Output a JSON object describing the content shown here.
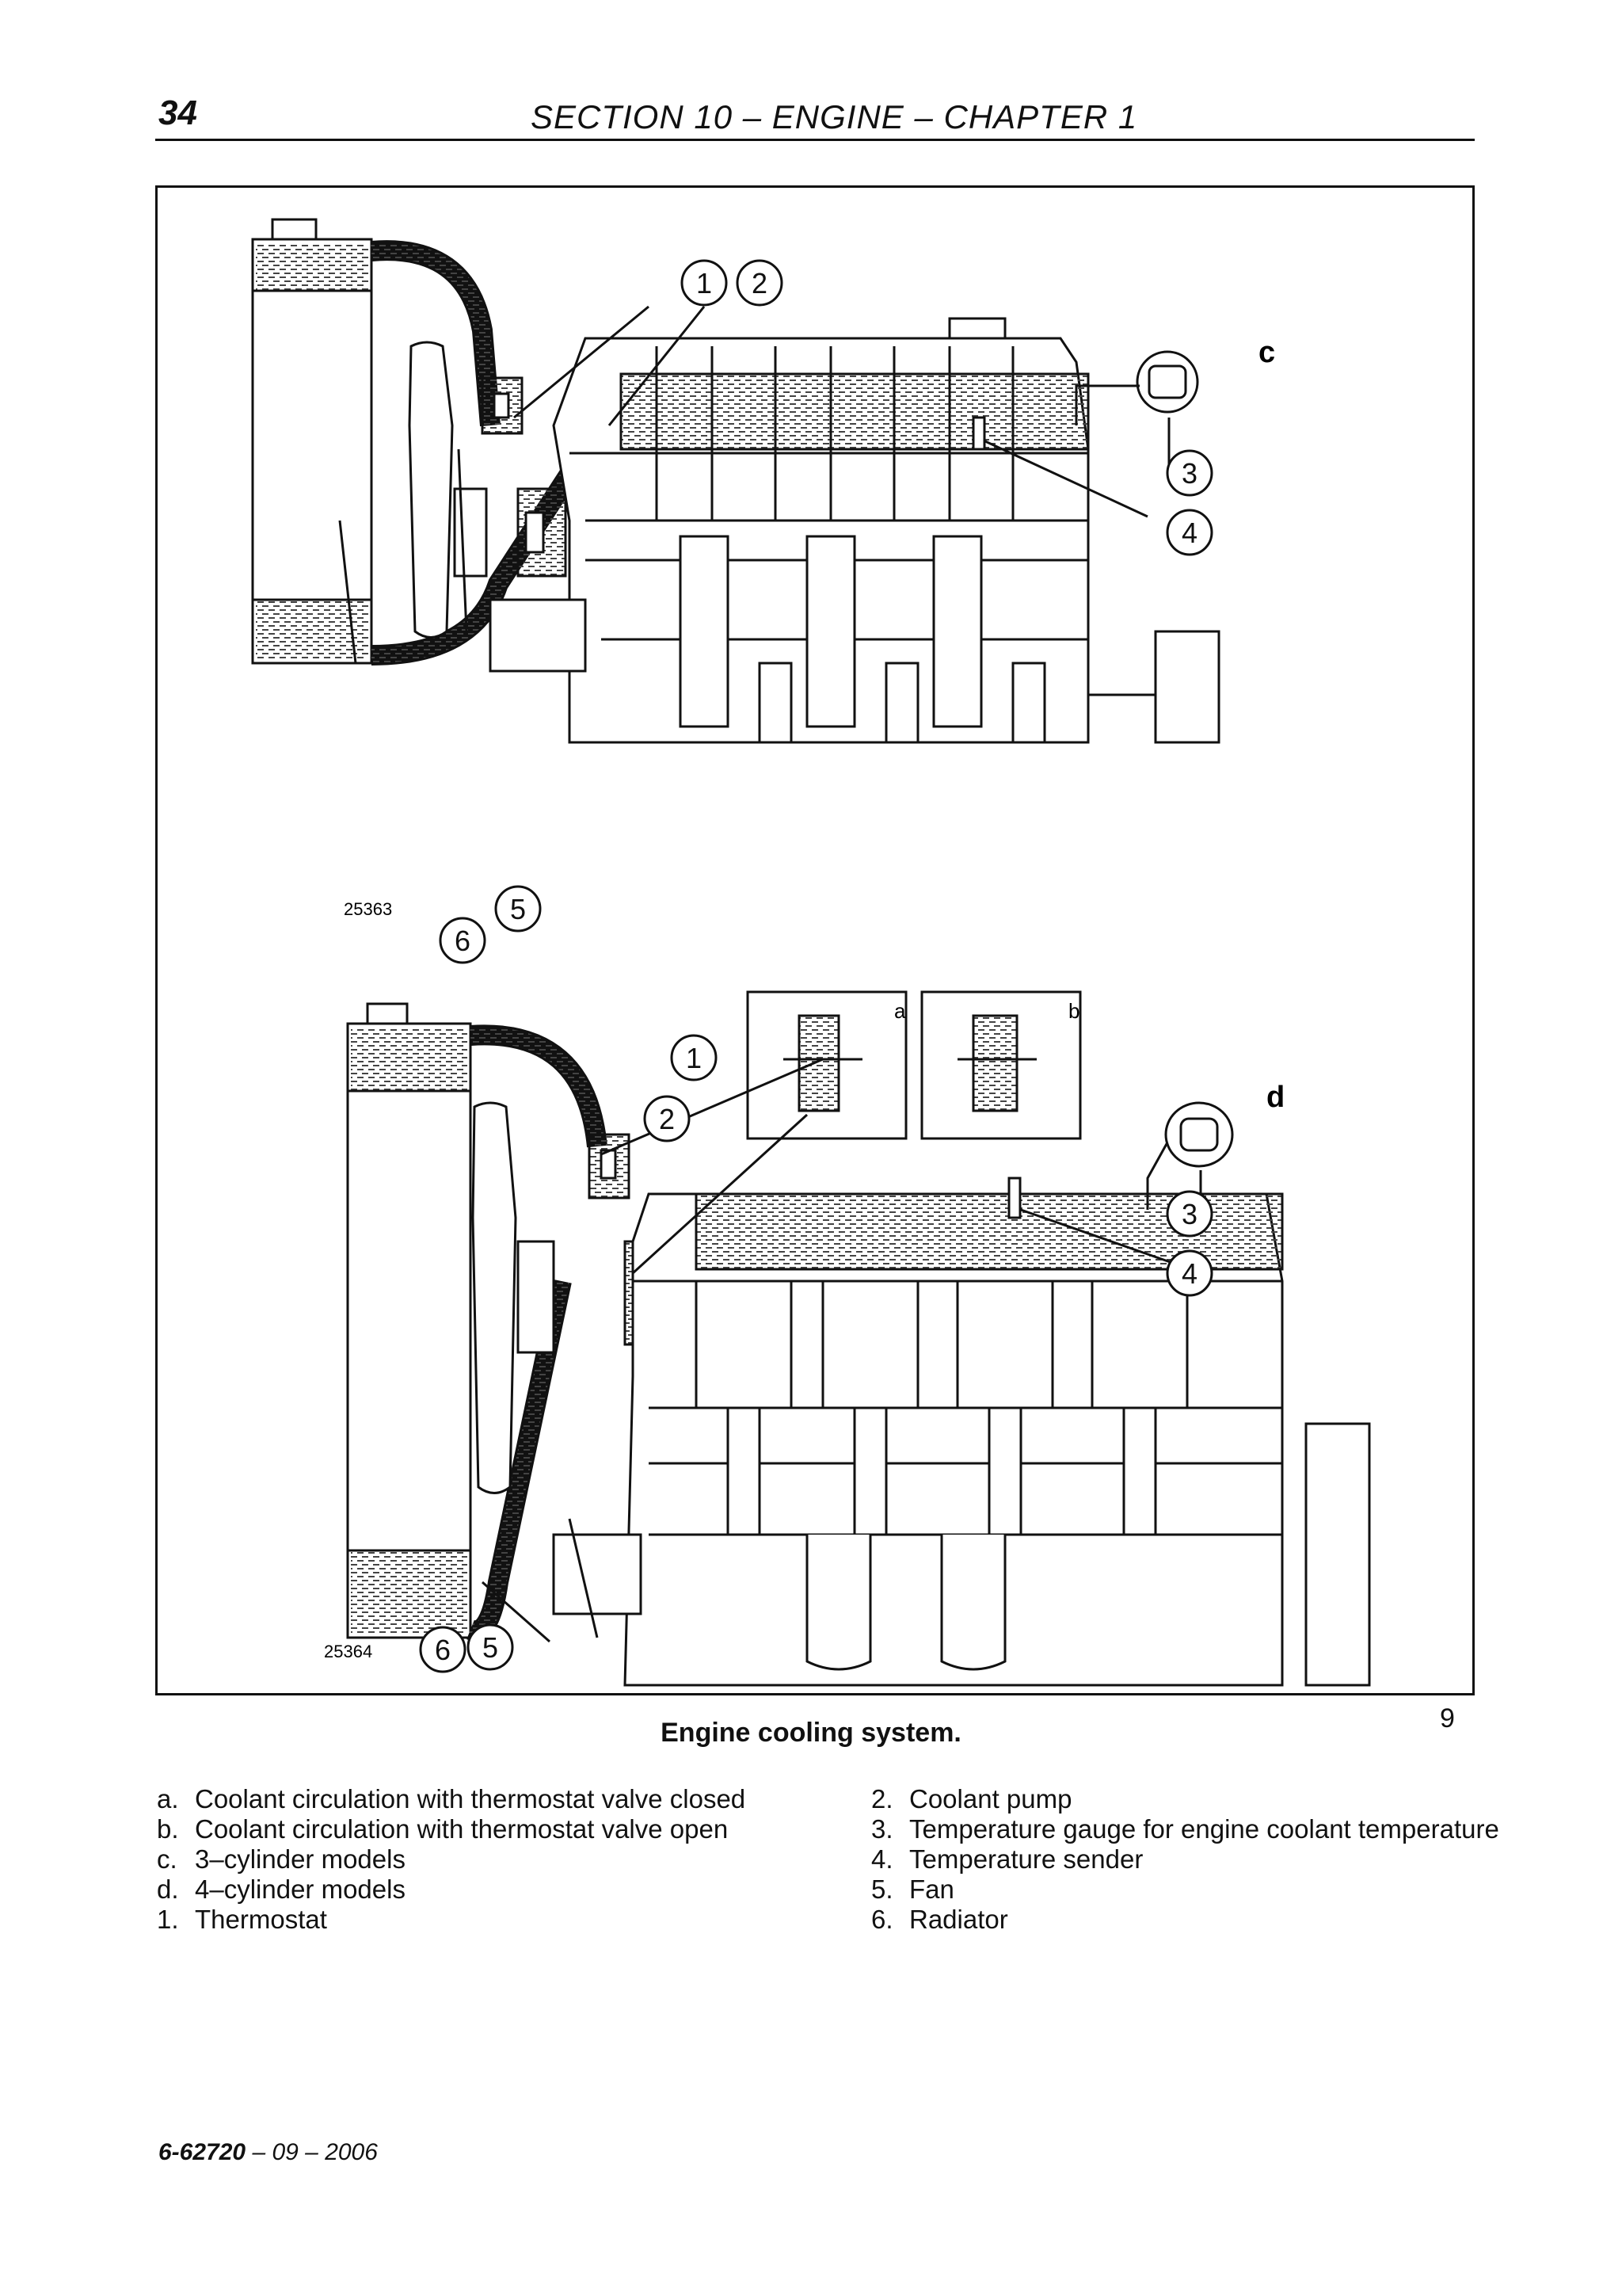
{
  "header": {
    "page_number": "34",
    "section_title": "SECTION 10 – ENGINE – CHAPTER 1"
  },
  "figure": {
    "diagram_top": {
      "image_code": "25363",
      "view_letter": "c",
      "callouts": [
        "1",
        "2",
        "3",
        "4",
        "5",
        "6"
      ]
    },
    "diagram_bottom": {
      "image_code": "25364",
      "view_letter": "d",
      "inset_a": "a",
      "inset_b": "b",
      "callouts": [
        "1",
        "2",
        "3",
        "4",
        "5",
        "6"
      ]
    },
    "caption": "Engine cooling system.",
    "number": "9"
  },
  "legend": {
    "left": [
      {
        "key": "a.",
        "text": "Coolant circulation with thermostat valve closed"
      },
      {
        "key": "b.",
        "text": "Coolant circulation with thermostat valve open"
      },
      {
        "key": "c.",
        "text": "3–cylinder models"
      },
      {
        "key": "d.",
        "text": "4–cylinder models"
      },
      {
        "key": "1.",
        "text": "Thermostat"
      }
    ],
    "right": [
      {
        "key": "2.",
        "text": "Coolant pump"
      },
      {
        "key": "3.",
        "text": "Temperature gauge for engine coolant temperature"
      },
      {
        "key": "4.",
        "text": "Temperature sender"
      },
      {
        "key": "5.",
        "text": "Fan"
      },
      {
        "key": "6.",
        "text": "Radiator"
      }
    ]
  },
  "footer": {
    "doc_number": "6-62720",
    "date": " – 09 – 2006"
  }
}
